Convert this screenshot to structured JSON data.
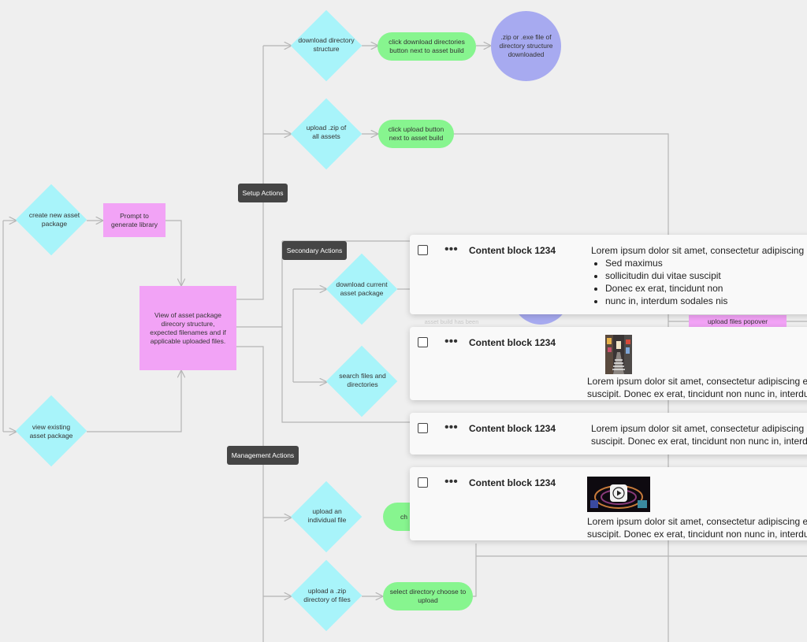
{
  "colors": {
    "background": "#efefef",
    "decision": "#a8f4fa",
    "action": "#87f58f",
    "screen": "#f2a3f6",
    "outcome": "#a7aaf0",
    "section_tag": "#454545",
    "connector": "#b5b5b5"
  },
  "flow": {
    "create_new": "create new asset package",
    "view_existing": "view existing asset package",
    "prompt_generate": "Prompt to generate library",
    "view_structure": "View of asset package direcory structure, expected filenames and if applicable uploaded files.",
    "setup_actions": "Setup Actions",
    "secondary_actions": "Secondary Actions",
    "management_actions": "Management Actions",
    "download_dir": "download directory structure",
    "click_download": "click download directories button next to asset build",
    "zip_downloaded": ".zip or .exe file of directory structure downloaded",
    "upload_zip_all": "upload .zip of all assets",
    "click_upload": "click upload button next to asset build",
    "download_current": "download current asset package",
    "search_files": "search files and directories",
    "upload_individual": "upload an individual file",
    "choose_partial": "ch",
    "upload_zip_dir": "upload a .zip directory of files",
    "select_directory": "select directory choose to upload",
    "upload_popover": "upload files popover",
    "faint_note": "asset build has been"
  },
  "cards": [
    {
      "title": "Content block 1234",
      "text": "Lorem ipsum dolor sit amet, consectetur adipiscing",
      "bullets": [
        "Sed maximus",
        "sollicitudin dui vitae suscipit",
        "Donec ex erat, tincidunt non",
        "nunc in, interdum sodales nis"
      ]
    },
    {
      "title": "Content block 1234",
      "image": "city-street-thumbnail",
      "line1": "Lorem ipsum dolor sit amet, consectetur adipiscing e",
      "line2": "suscipit. Donec ex erat, tincidunt non nunc in, interdu"
    },
    {
      "title": "Content block 1234",
      "line1": "Lorem ipsum dolor sit amet, consectetur adipiscing",
      "line2": "suscipit. Donec ex erat, tincidunt non nunc in, interd"
    },
    {
      "title": "Content block 1234",
      "image": "video-thumbnail-play-icon",
      "line1": "Lorem ipsum dolor sit amet, consectetur adipiscing e",
      "line2": "suscipit. Donec ex erat, tincidunt non nunc in, interdu"
    }
  ]
}
